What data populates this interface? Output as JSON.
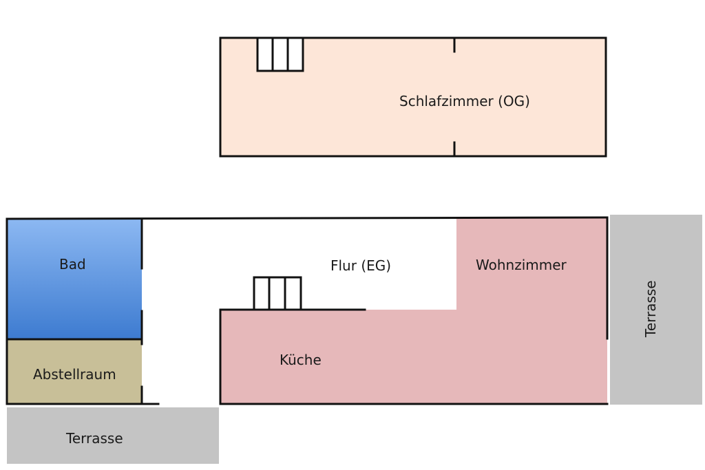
{
  "rooms": {
    "schlafzimmer": {
      "label": "Schlafzimmer (OG)",
      "color": "#fde6d8"
    },
    "bad": {
      "label": "Bad",
      "color_top": "#8cb8f2",
      "color_bottom": "#3d7bd0"
    },
    "abstellraum": {
      "label": "Abstellraum",
      "color": "#c8bf98"
    },
    "flur": {
      "label": "Flur (EG)",
      "color": "#ffffff"
    },
    "wohnzimmer": {
      "label": "Wohnzimmer",
      "color": "#e6b8ba"
    },
    "kueche": {
      "label": "Küche",
      "color": "#e6b8ba"
    },
    "terrasse_right": {
      "label": "Terrasse",
      "color": "#c4c4c4"
    },
    "terrasse_bottom": {
      "label": "Terrasse",
      "color": "#c4c4c4"
    }
  },
  "colors": {
    "wall": "#111111"
  }
}
